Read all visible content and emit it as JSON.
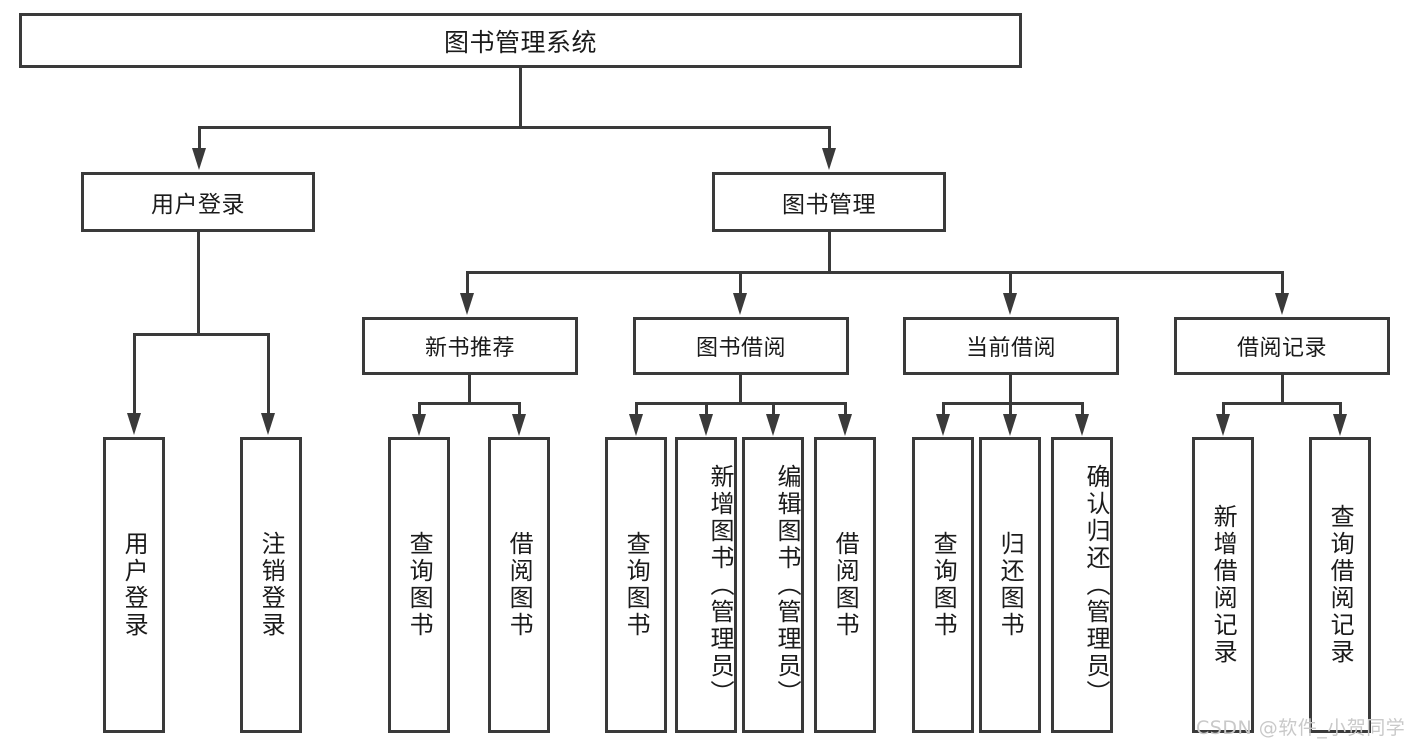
{
  "diagram": {
    "title": "图书管理系统",
    "type": "tree-hierarchy-diagram",
    "colors": {
      "stroke": "#3a3a3a",
      "background": "#ffffff",
      "text": "#1b1b1b",
      "watermark": "#c9c9c9"
    },
    "root": {
      "label": "图书管理系统"
    },
    "level2": [
      {
        "id": "user-login",
        "label": "用户登录"
      },
      {
        "id": "book-manage",
        "label": "图书管理"
      }
    ],
    "level3": [
      {
        "id": "new-book-recommend",
        "label": "新书推荐"
      },
      {
        "id": "book-borrow",
        "label": "图书借阅"
      },
      {
        "id": "current-borrow",
        "label": "当前借阅"
      },
      {
        "id": "borrow-record",
        "label": "借阅记录"
      }
    ],
    "leaves": {
      "user_login": [
        {
          "id": "leaf-user-login",
          "label": "用户登录"
        },
        {
          "id": "leaf-logout-login",
          "label": "注销登录"
        }
      ],
      "new_book_recommend": [
        {
          "id": "leaf-query-book-1",
          "label": "查询图书"
        },
        {
          "id": "leaf-borrow-book-1",
          "label": "借阅图书"
        }
      ],
      "book_borrow": [
        {
          "id": "leaf-query-book-2",
          "label": "查询图书"
        },
        {
          "id": "leaf-add-book",
          "label": "新增图书（管理员）"
        },
        {
          "id": "leaf-edit-book",
          "label": "编辑图书（管理员）"
        },
        {
          "id": "leaf-borrow-book-2",
          "label": "借阅图书"
        }
      ],
      "current_borrow": [
        {
          "id": "leaf-query-book-3",
          "label": "查询图书"
        },
        {
          "id": "leaf-return-book",
          "label": "归还图书"
        },
        {
          "id": "leaf-confirm-return",
          "label": "确认归还（管理员）"
        }
      ],
      "borrow_record": [
        {
          "id": "leaf-add-borrow-record",
          "label": "新增借阅记录"
        },
        {
          "id": "leaf-query-borrow-record",
          "label": "查询借阅记录"
        }
      ]
    },
    "watermark": "CSDN @软件_小贺同学"
  }
}
